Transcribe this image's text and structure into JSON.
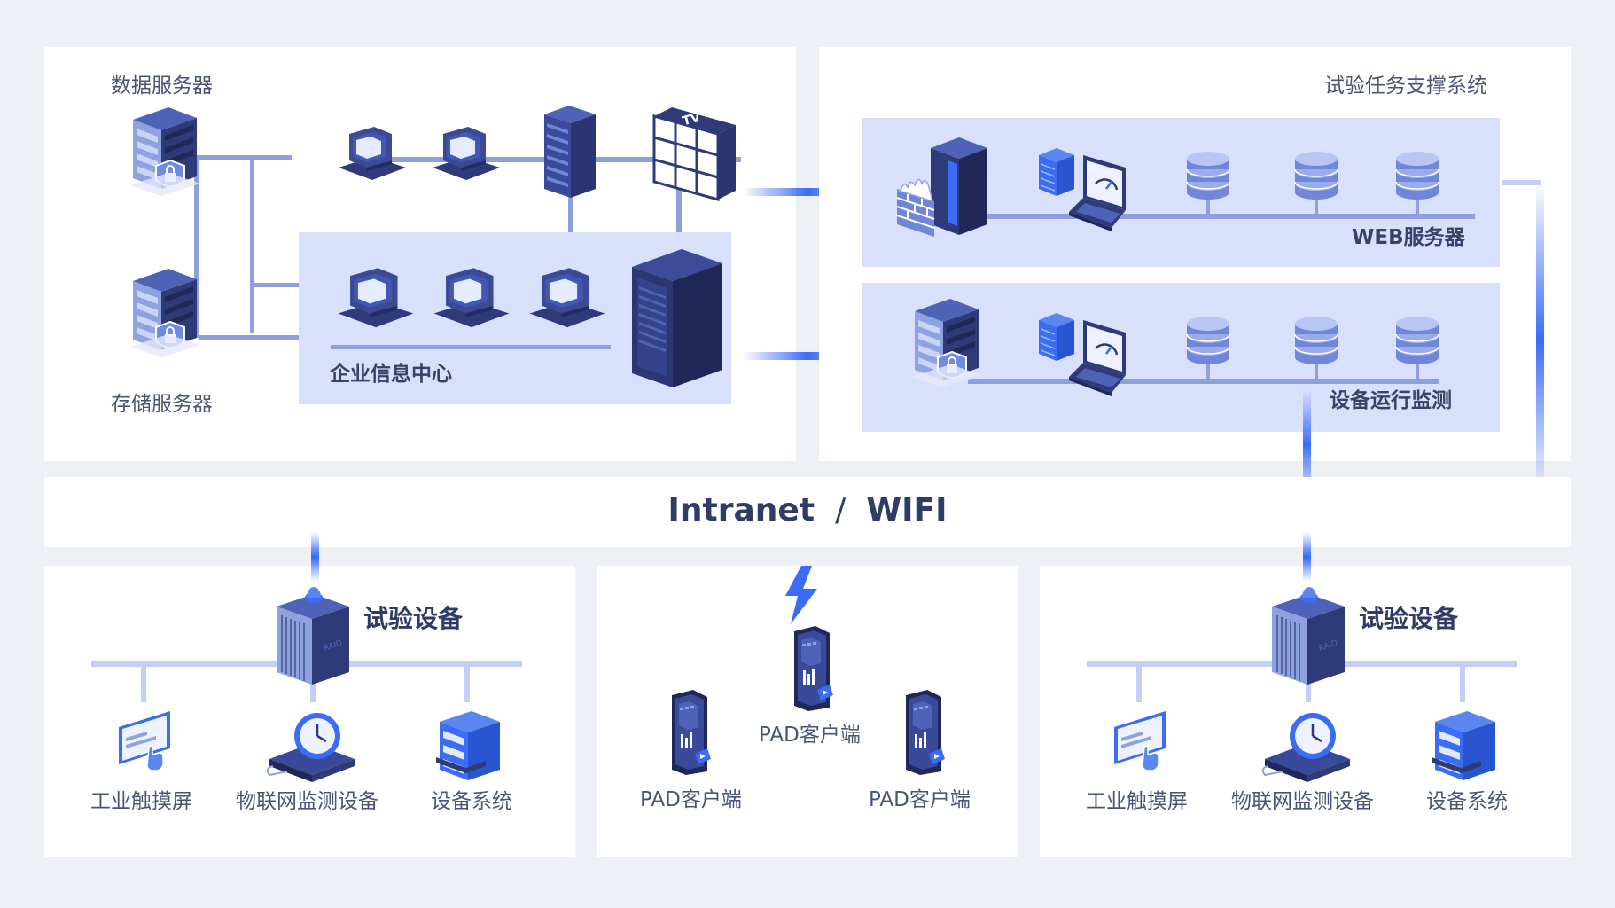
{
  "colors": {
    "background": "#edf0f5",
    "panel": "#ffffff",
    "group": "#d9e0fc",
    "line": "#8d9fdc",
    "accent": "#3a6cf5",
    "dark_device": "#2e3a7a",
    "text": "#36426a"
  },
  "left_panel": {
    "data_server_label": "数据服务器",
    "storage_server_label": "存储服务器",
    "enterprise_center_label": "企业信息中心",
    "tv_label": "TV"
  },
  "right_panel": {
    "title": "试验任务支撑系统",
    "web_server_label": "WEB服务器",
    "equipment_monitor_label": "设备运行监测"
  },
  "network": {
    "label_intranet": "Intranet",
    "label_sep": "/",
    "label_wifi": "WIFI"
  },
  "bottom_left": {
    "title": "试验设备",
    "raid_label": "RAID",
    "items": [
      "工业触摸屏",
      "物联网监测设备",
      "设备系统"
    ]
  },
  "bottom_middle": {
    "pads": [
      "PAD客户端",
      "PAD客户端",
      "PAD客户端"
    ]
  },
  "bottom_right": {
    "title": "试验设备",
    "raid_label": "RAID",
    "items": [
      "工业触摸屏",
      "物联网监测设备",
      "设备系统"
    ]
  },
  "icons": [
    "server-lock-icon",
    "desktop-computer-icon",
    "rack-server-icon",
    "tv-wall-icon",
    "firewall-icon",
    "laptop-dashboard-icon",
    "database-icon",
    "raid-box-icon",
    "touchscreen-icon",
    "iot-monitor-icon",
    "equipment-rack-icon",
    "tablet-icon",
    "lightning-icon"
  ]
}
